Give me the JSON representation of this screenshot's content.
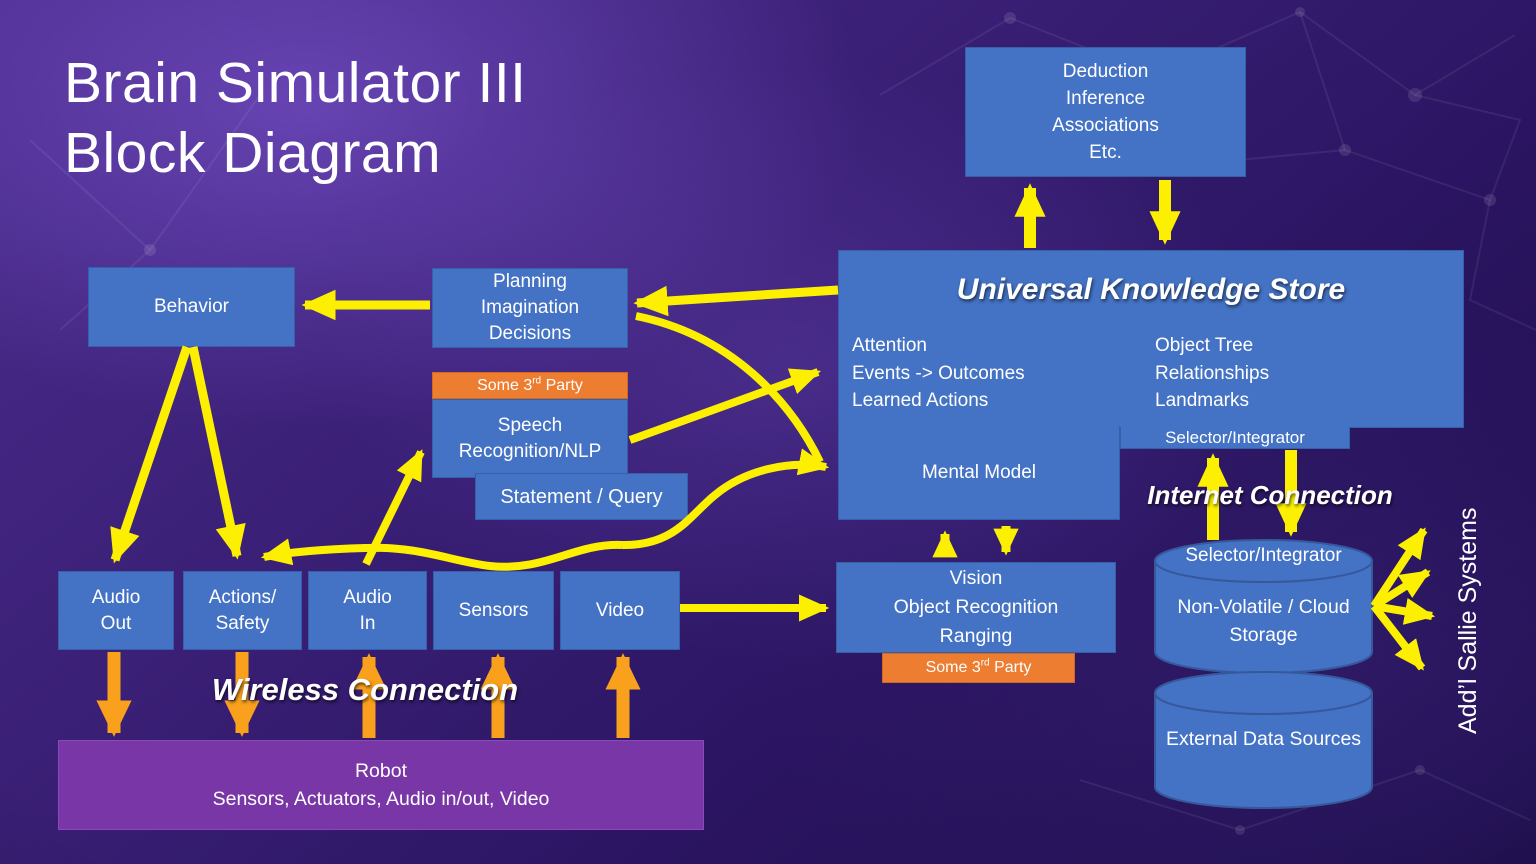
{
  "title": {
    "line1": "Brain Simulator III",
    "line2": "Block Diagram"
  },
  "deduction": {
    "lines": [
      "Deduction",
      "Inference",
      "Associations",
      "Etc."
    ]
  },
  "uks": {
    "title": "Universal Knowledge Store",
    "left_items": [
      "Attention",
      "Events -> Outcomes",
      "Learned Actions"
    ],
    "right_items": [
      "Object Tree",
      "Relationships",
      "Landmarks"
    ],
    "selector": "Selector/Integrator",
    "mental_model": "Mental Model"
  },
  "planning": {
    "lines": [
      "Planning",
      "Imagination",
      "Decisions"
    ]
  },
  "third_party": {
    "pre": "Some 3",
    "sup": "rd",
    "post": " Party"
  },
  "speech": {
    "lines": [
      "Speech",
      "Recognition/NLP"
    ]
  },
  "statement_query": "Statement / Query",
  "behavior": "Behavior",
  "io_row": {
    "audio_out": "Audio\nOut",
    "actions_safety": "Actions/\nSafety",
    "audio_in": "Audio\nIn",
    "sensors": "Sensors",
    "video": "Video"
  },
  "wireless_label": "Wireless Connection",
  "robot": {
    "line1": "Robot",
    "line2": "Sensors, Actuators, Audio in/out, Video"
  },
  "internet_label": "Internet Connection",
  "storage_cylinder": {
    "rim": "Selector/Integrator",
    "body": "Non-Volatile / Cloud\nStorage"
  },
  "external_cylinder": {
    "label": "External Data Sources"
  },
  "side_label": "Add’l Sallie Systems",
  "vision": {
    "lines": [
      "Vision",
      "Object Recognition",
      "Ranging"
    ]
  },
  "colors": {
    "box_blue": "#4472C4",
    "box_orange": "#ED7D31",
    "robot_purple": "#7836A6",
    "arrow_yellow": "#FCF000",
    "arrow_orange": "#F9A11C",
    "background_purple": "#3B2077"
  }
}
